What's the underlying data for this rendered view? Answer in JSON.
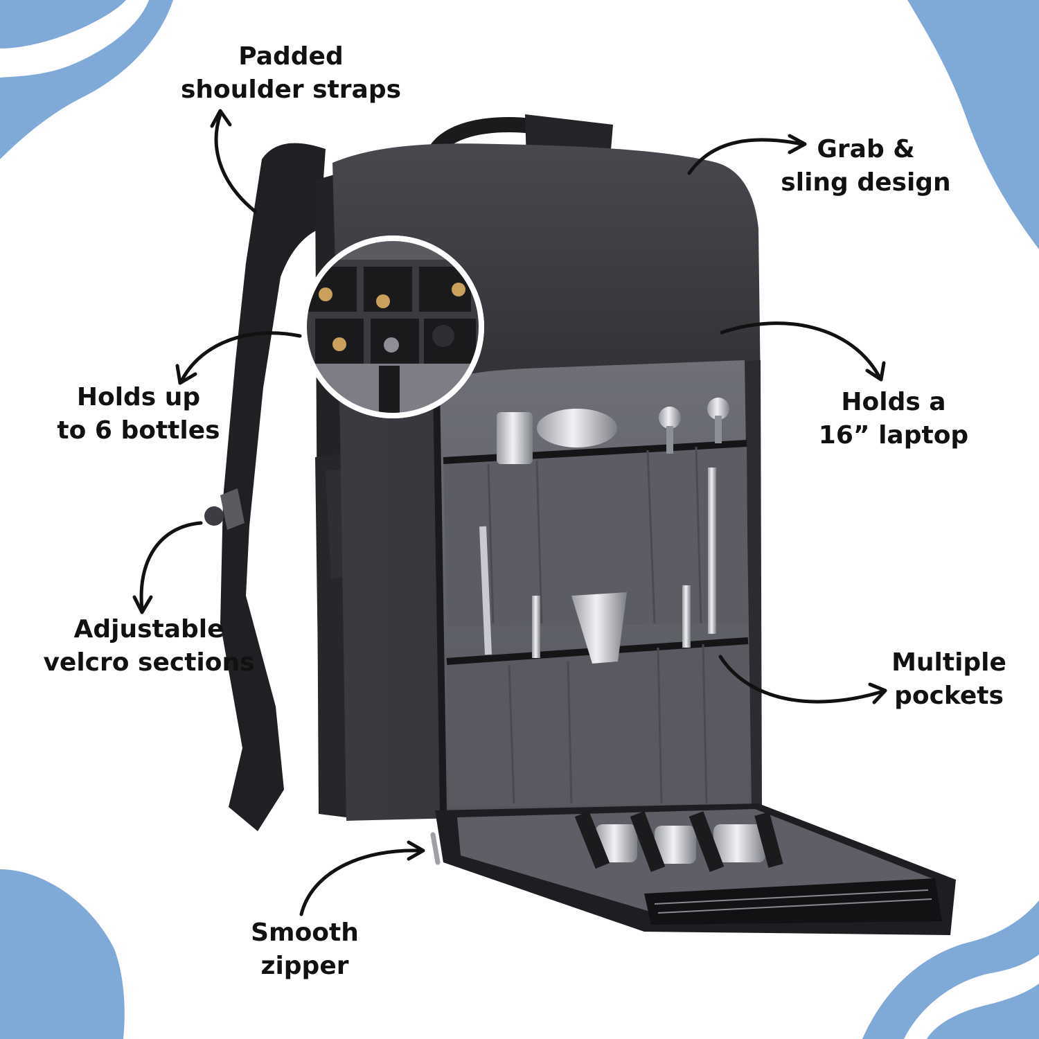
{
  "colors": {
    "accent_blue": "#7fa9d6",
    "text": "#111111",
    "bag_dark": "#2c2d31",
    "bag_lining": "#62636b"
  },
  "callouts": {
    "shoulder_straps": {
      "line1": "Padded",
      "line2": "shoulder straps"
    },
    "grab_sling": {
      "line1": "Grab &",
      "line2": "sling design"
    },
    "bottles": {
      "line1": "Holds up",
      "line2": "to 6 bottles"
    },
    "laptop": {
      "line1": "Holds a",
      "line2": "16” laptop"
    },
    "velcro": {
      "line1": "Adjustable",
      "line2": "velcro sections"
    },
    "pockets": {
      "line1": "Multiple",
      "line2": "pockets"
    },
    "zipper": {
      "line1": "Smooth",
      "line2": "zipper"
    }
  },
  "icons": [
    "arrow-icon",
    "blue-blob-decoration",
    "backpack-illustration",
    "bottle-inset-magnifier"
  ]
}
